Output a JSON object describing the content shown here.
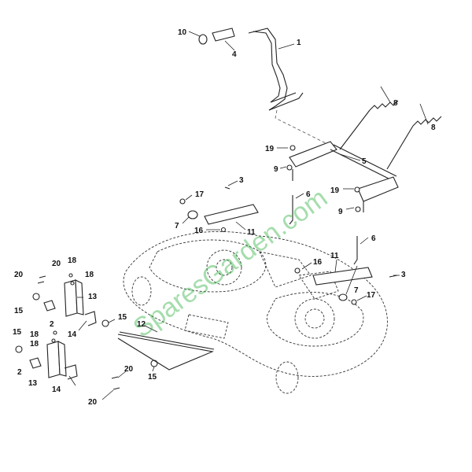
{
  "watermark": "SparesGarden.com",
  "callouts": [
    {
      "id": "c10",
      "label": "10"
    },
    {
      "id": "c1",
      "label": "1"
    },
    {
      "id": "c4",
      "label": "4"
    },
    {
      "id": "c8a",
      "label": "8"
    },
    {
      "id": "c8b",
      "label": "8"
    },
    {
      "id": "c19a",
      "label": "19"
    },
    {
      "id": "c9a",
      "label": "9"
    },
    {
      "id": "c5",
      "label": "5"
    },
    {
      "id": "c3a",
      "label": "3"
    },
    {
      "id": "c17a",
      "label": "17"
    },
    {
      "id": "c6a",
      "label": "6"
    },
    {
      "id": "c19b",
      "label": "19"
    },
    {
      "id": "c7a",
      "label": "7"
    },
    {
      "id": "c9b",
      "label": "9"
    },
    {
      "id": "c16a",
      "label": "16"
    },
    {
      "id": "c11a",
      "label": "11"
    },
    {
      "id": "c6b",
      "label": "6"
    },
    {
      "id": "c20a",
      "label": "20"
    },
    {
      "id": "c18a",
      "label": "18"
    },
    {
      "id": "c16b",
      "label": "16"
    },
    {
      "id": "c11b",
      "label": "11"
    },
    {
      "id": "c20b",
      "label": "20"
    },
    {
      "id": "c18b",
      "label": "18"
    },
    {
      "id": "c3b",
      "label": "3"
    },
    {
      "id": "c15a",
      "label": "15"
    },
    {
      "id": "c13a",
      "label": "13"
    },
    {
      "id": "c7b",
      "label": "7"
    },
    {
      "id": "c17b",
      "label": "17"
    },
    {
      "id": "c2a",
      "label": "2"
    },
    {
      "id": "c15b",
      "label": "15"
    },
    {
      "id": "c12",
      "label": "12"
    },
    {
      "id": "c18c",
      "label": "18"
    },
    {
      "id": "c14a",
      "label": "14"
    },
    {
      "id": "c15c",
      "label": "15"
    },
    {
      "id": "c18d",
      "label": "18"
    },
    {
      "id": "c2b",
      "label": "2"
    },
    {
      "id": "c20c",
      "label": "20"
    },
    {
      "id": "c15d",
      "label": "15"
    },
    {
      "id": "c13b",
      "label": "13"
    },
    {
      "id": "c14b",
      "label": "14"
    },
    {
      "id": "c20d",
      "label": "20"
    }
  ]
}
